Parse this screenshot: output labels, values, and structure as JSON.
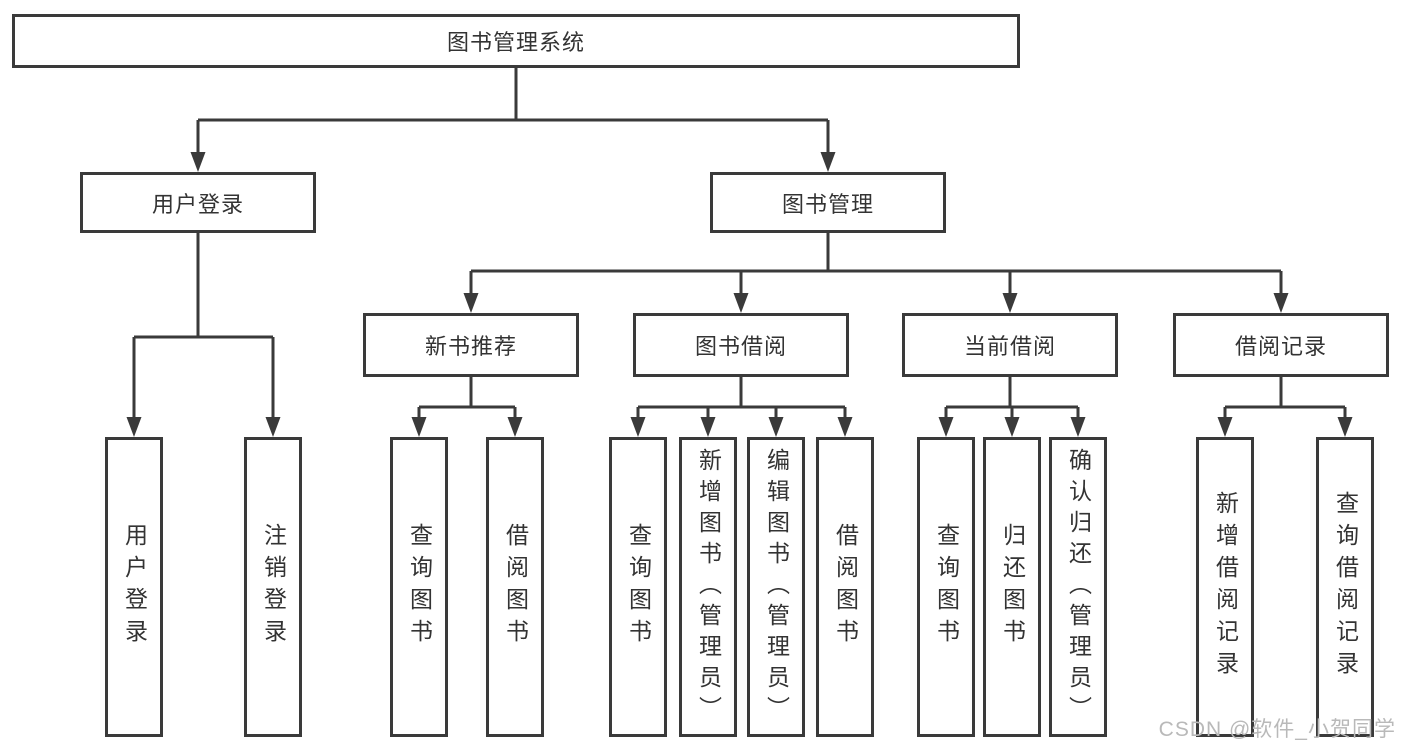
{
  "nodes": {
    "root": "图书管理系统",
    "level2": [
      "用户登录",
      "图书管理"
    ],
    "level3": [
      "新书推荐",
      "图书借阅",
      "当前借阅",
      "借阅记录"
    ],
    "login_leaves": [
      "用户登录",
      "注销登录"
    ],
    "recommend_leaves": [
      "查询图书",
      "借阅图书"
    ],
    "borrow_leaves": [
      "查询图书",
      "新增图书（管理员）",
      "编辑图书（管理员）",
      "借阅图书"
    ],
    "current_leaves": [
      "查询图书",
      "归还图书",
      "确认归还（管理员）"
    ],
    "records_leaves": [
      "新增借阅记录",
      "查询借阅记录"
    ]
  },
  "watermark": {
    "text": "CSDN @软件_小贺同学"
  },
  "colors": {
    "line": "#3a3a3a",
    "text": "#333333",
    "watermark": "#b9b9b9",
    "background": "#ffffff"
  }
}
